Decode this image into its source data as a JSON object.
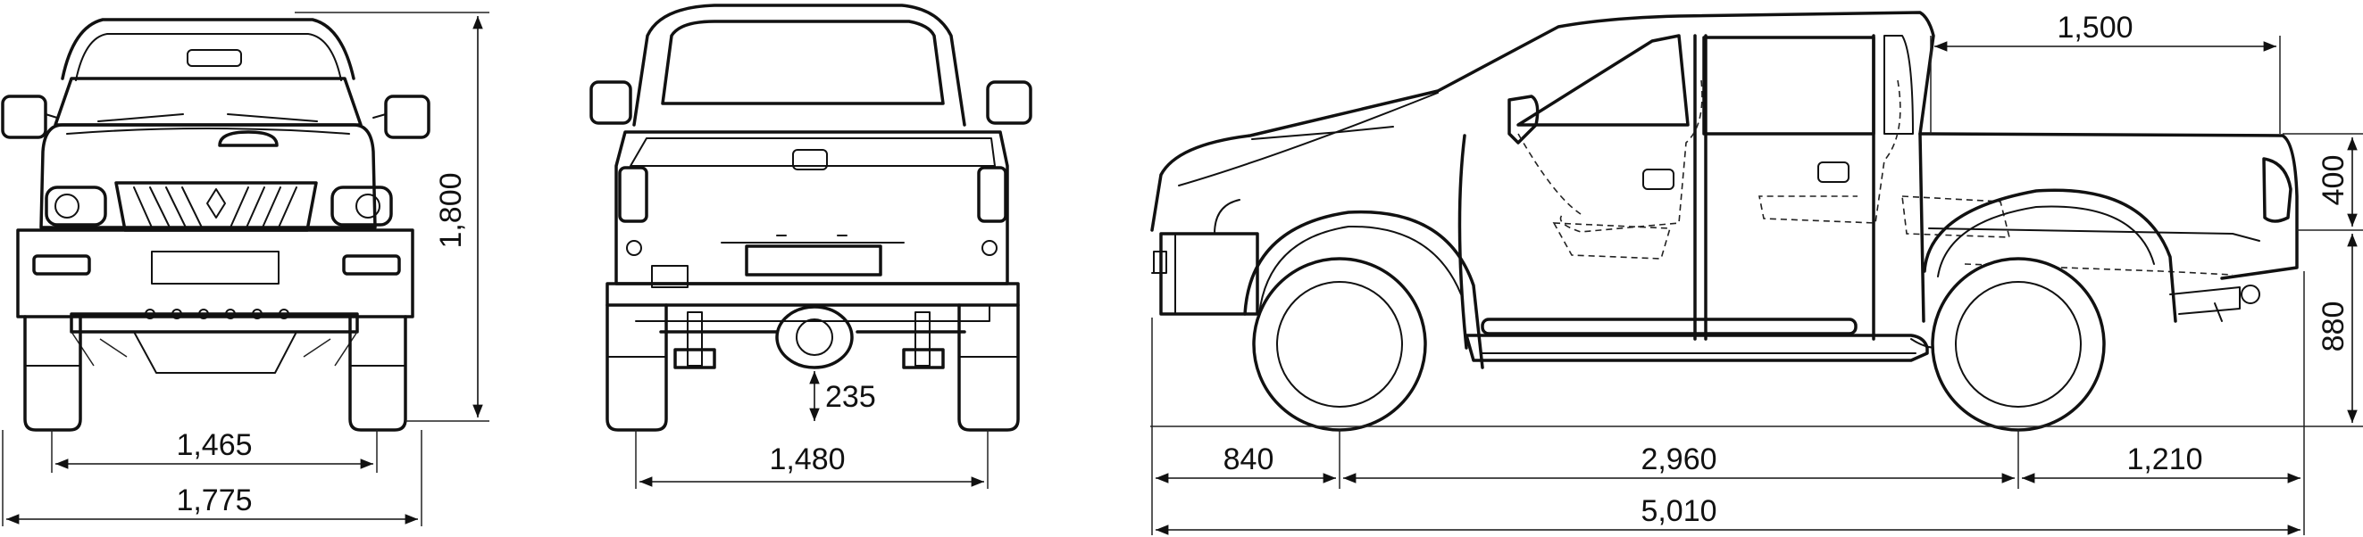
{
  "drawing": {
    "front_view": {
      "track_front": "1,465",
      "overall_width": "1,775",
      "overall_height": "1,800"
    },
    "rear_view": {
      "track_rear": "1,480",
      "ground_clearance": "235"
    },
    "side_view": {
      "bed_length": "1,500",
      "bed_depth": "400",
      "bed_floor_height": "880",
      "front_overhang": "840",
      "wheelbase": "2,960",
      "rear_overhang": "1,210",
      "overall_length": "5,010"
    }
  }
}
